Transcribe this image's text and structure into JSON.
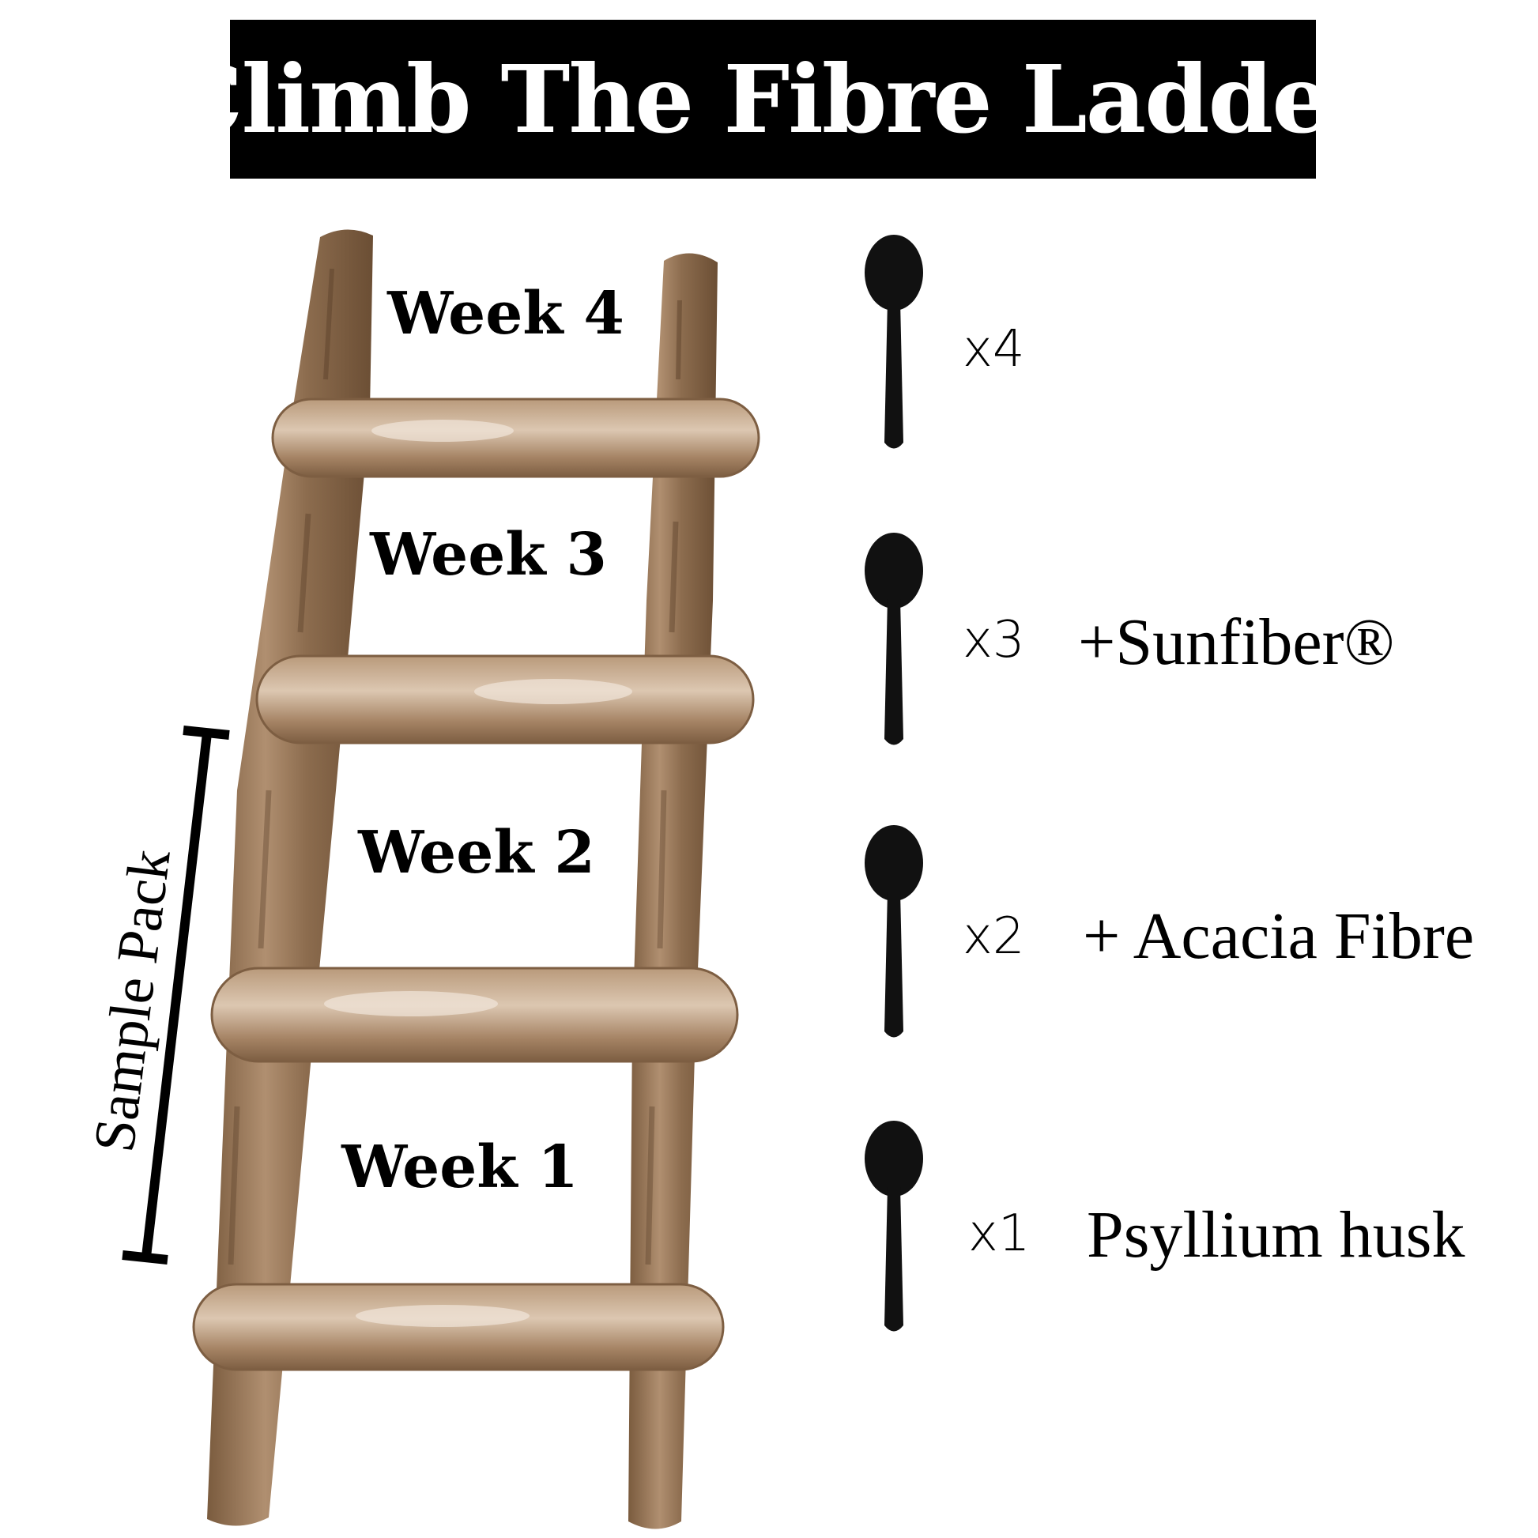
{
  "title": "Climb The Fibre Ladder",
  "colors": {
    "background": "#ffffff",
    "title_bg": "#000000",
    "title_text": "#ffffff",
    "wood_dark": "#8a6a4c",
    "wood_light": "#c9ad8f",
    "spoon": "#111111"
  },
  "weeks": [
    {
      "label": "Week 4",
      "multiplier": "x4",
      "ingredient": ""
    },
    {
      "label": "Week 3",
      "multiplier": "x3",
      "ingredient": "+Sunfiber®"
    },
    {
      "label": "Week 2",
      "multiplier": "x2",
      "ingredient": "+ Acacia Fibre"
    },
    {
      "label": "Week 1",
      "multiplier": "x1",
      "ingredient": "Psyllium husk"
    }
  ],
  "bracket_label": "Sample Pack",
  "icons": [
    "ladder-icon",
    "spoon-icon"
  ]
}
